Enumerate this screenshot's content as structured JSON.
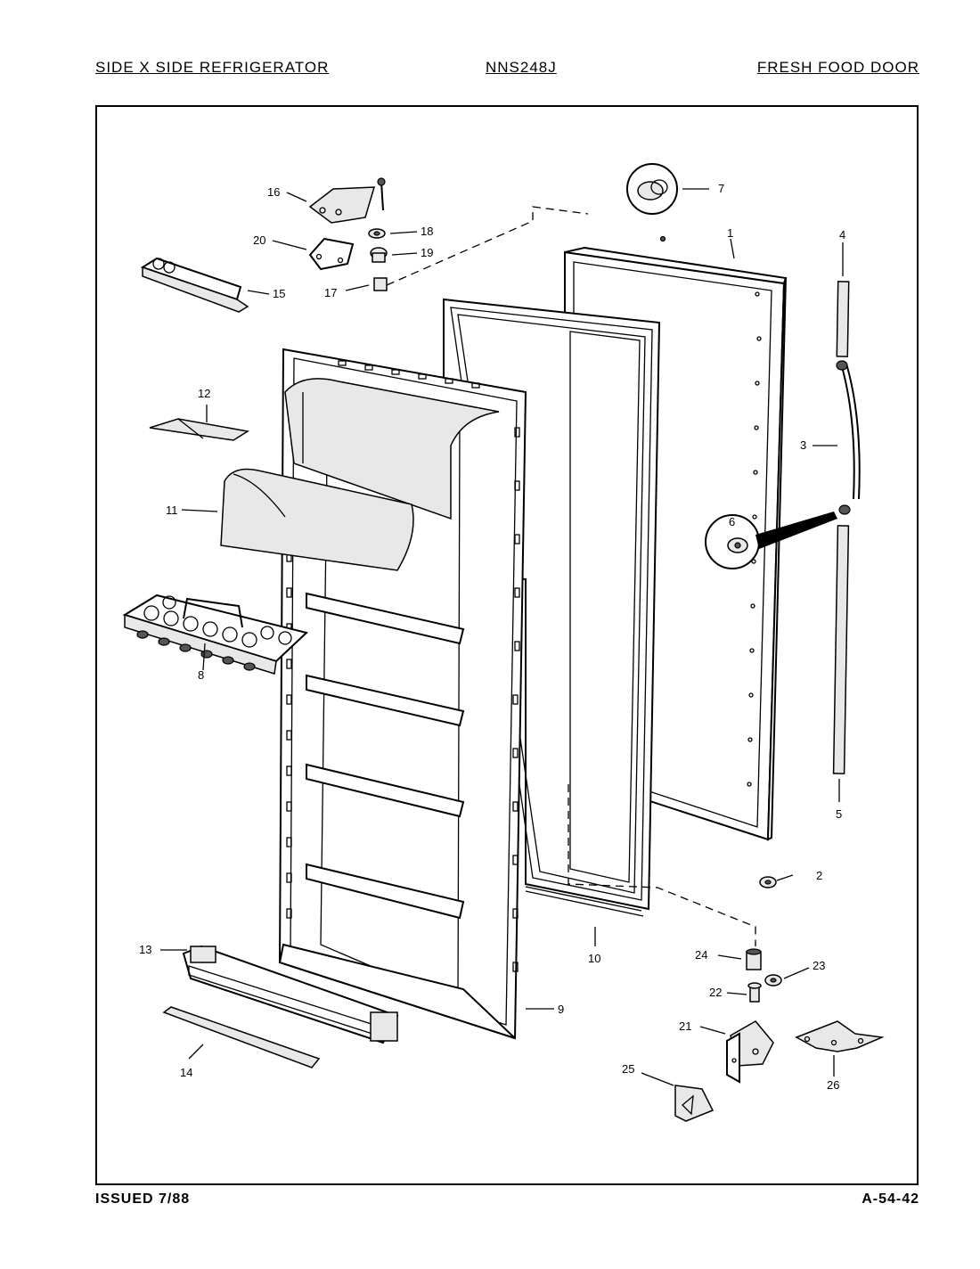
{
  "header": {
    "left": "SIDE X SIDE REFRIGERATOR",
    "center": "NNS248J",
    "right": "FRESH FOOD DOOR"
  },
  "footer": {
    "left": "ISSUED 7/88",
    "right": "A-54-42"
  },
  "callouts": [
    "1",
    "2",
    "3",
    "4",
    "5",
    "6",
    "7",
    "8",
    "9",
    "10",
    "11",
    "12",
    "13",
    "14",
    "15",
    "16",
    "17",
    "18",
    "19",
    "20",
    "21",
    "22",
    "23",
    "24",
    "25",
    "26"
  ]
}
